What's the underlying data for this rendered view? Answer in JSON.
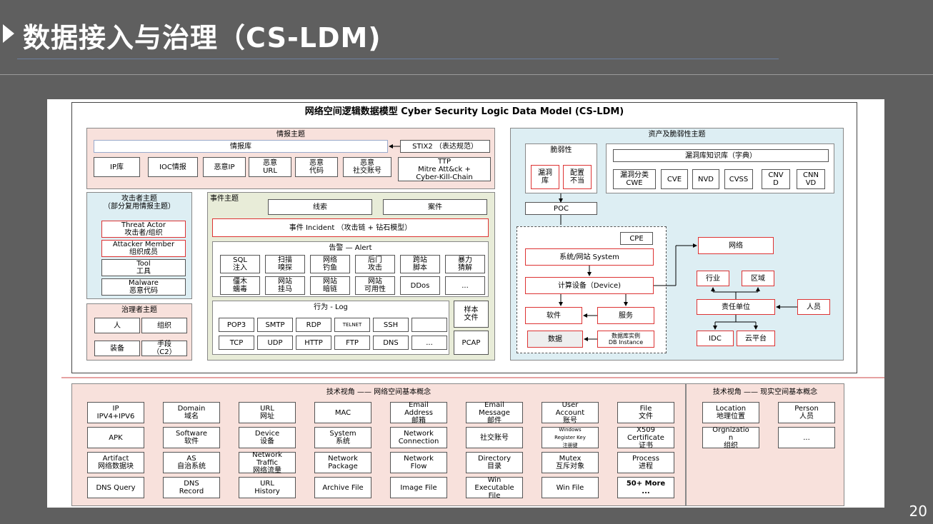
{
  "slide": {
    "title": "数据接入与治理（CS-LDM)",
    "page": "20"
  },
  "diagram": {
    "title": "网络空间逻辑数据模型 Cyber Security Logic Data Model  (CS-LDM)",
    "intel": {
      "title": "情报主题",
      "lib": "情报库",
      "stix": "STIX2 （表达规范）",
      "items": [
        "IP库",
        "IOC情报",
        "恶意IP",
        "恶意\nURL",
        "恶意\n代码",
        "恶意\n社交账号"
      ],
      "ttp": "TTP\nMitre Att&ck +\nCyber-Kill-Chain"
    },
    "attacker": {
      "title": "攻击者主题\n（部分复用情报主题）",
      "items": [
        "Threat Actor\n攻击者/组织",
        "Attacker Member\n组织成员",
        "Tool\n工具",
        "Malware\n恶意代码"
      ]
    },
    "governor": {
      "title": "治理者主题",
      "items": [
        "人",
        "组织",
        "装备",
        "手段\n（C2）"
      ]
    },
    "event": {
      "title": "事件主题",
      "clue": "线索",
      "case": "案件",
      "incident": "事件 Incident （攻击链 + 钻石模型）",
      "alert_title": "告警 — Alert",
      "alerts": [
        "SQL\n注入",
        "扫描\n嗅探",
        "网络\n钓鱼",
        "后门\n攻击",
        "跨站\n脚本",
        "暴力\n猜解",
        "僵木\n蠕毒",
        "网站\n挂马",
        "网站\n暗链",
        "网站\n可用性",
        "DDos",
        "..."
      ],
      "log_title": "行为 - Log",
      "logs": [
        "POP3",
        "SMTP",
        "RDP",
        "TELNET",
        "SSH",
        "",
        "TCP",
        "UDP",
        "HTTP",
        "FTP",
        "DNS",
        "..."
      ],
      "sample": "样本\n文件",
      "pcap": "PCAP"
    },
    "asset": {
      "title": "资产及脆弱性主题",
      "vuln": "脆弱性",
      "vuln_items": [
        "漏洞\n库",
        "配置\n不当"
      ],
      "kb": "漏洞库知识库（字典）",
      "kb_items": [
        "漏洞分类\nCWE",
        "CVE",
        "NVD",
        "CVSS",
        "CNV\nD",
        "CNN\nVD"
      ],
      "poc": "POC",
      "cpe": "CPE",
      "system": "系统/网站 System",
      "device": "计算设备（Device)",
      "software": "软件",
      "service": "服务",
      "data": "数据",
      "db": "数据库实例\nDB Instance",
      "network": "网络",
      "industry": "行业",
      "region": "区域",
      "unit": "责任单位",
      "person": "人员",
      "idc": "IDC",
      "cloud": "云平台"
    },
    "tech": {
      "title": "技术视角 —— 网络空间基本概念",
      "items": [
        "IP\nIPV4+IPV6",
        "Domain\n域名",
        "URL\n网址",
        "MAC",
        "Email\nAddress\n邮箱",
        "Email\nMessage\n邮件",
        "User\nAccount\n账号",
        "File\n文件",
        "APK",
        "Software\n软件",
        "Device\n设备",
        "System\n系统",
        "Network\nConnection",
        "社交账号",
        "Windows\nRegister Key\n注册键",
        "X509\nCertificate\n证书",
        "Artifact\n网络数据块",
        "AS\n自治系统",
        "Network\nTraffic\n网络流量",
        "Network\nPackage",
        "Network\nFlow",
        "Directory\n目录",
        "Mutex\n互斥对象",
        "Process\n进程",
        "DNS Query",
        "DNS\nRecord",
        "URL\nHistory",
        "Archive File",
        "Image File",
        "Win\nExecutable\nFile",
        "Win File",
        "50+ More\n..."
      ]
    },
    "real": {
      "title": "技术视角 —— 现实空间基本概念",
      "items": [
        "Location\n地理位置",
        "Person\n人员",
        "Orgnizatio\nn\n组织",
        "..."
      ]
    }
  }
}
